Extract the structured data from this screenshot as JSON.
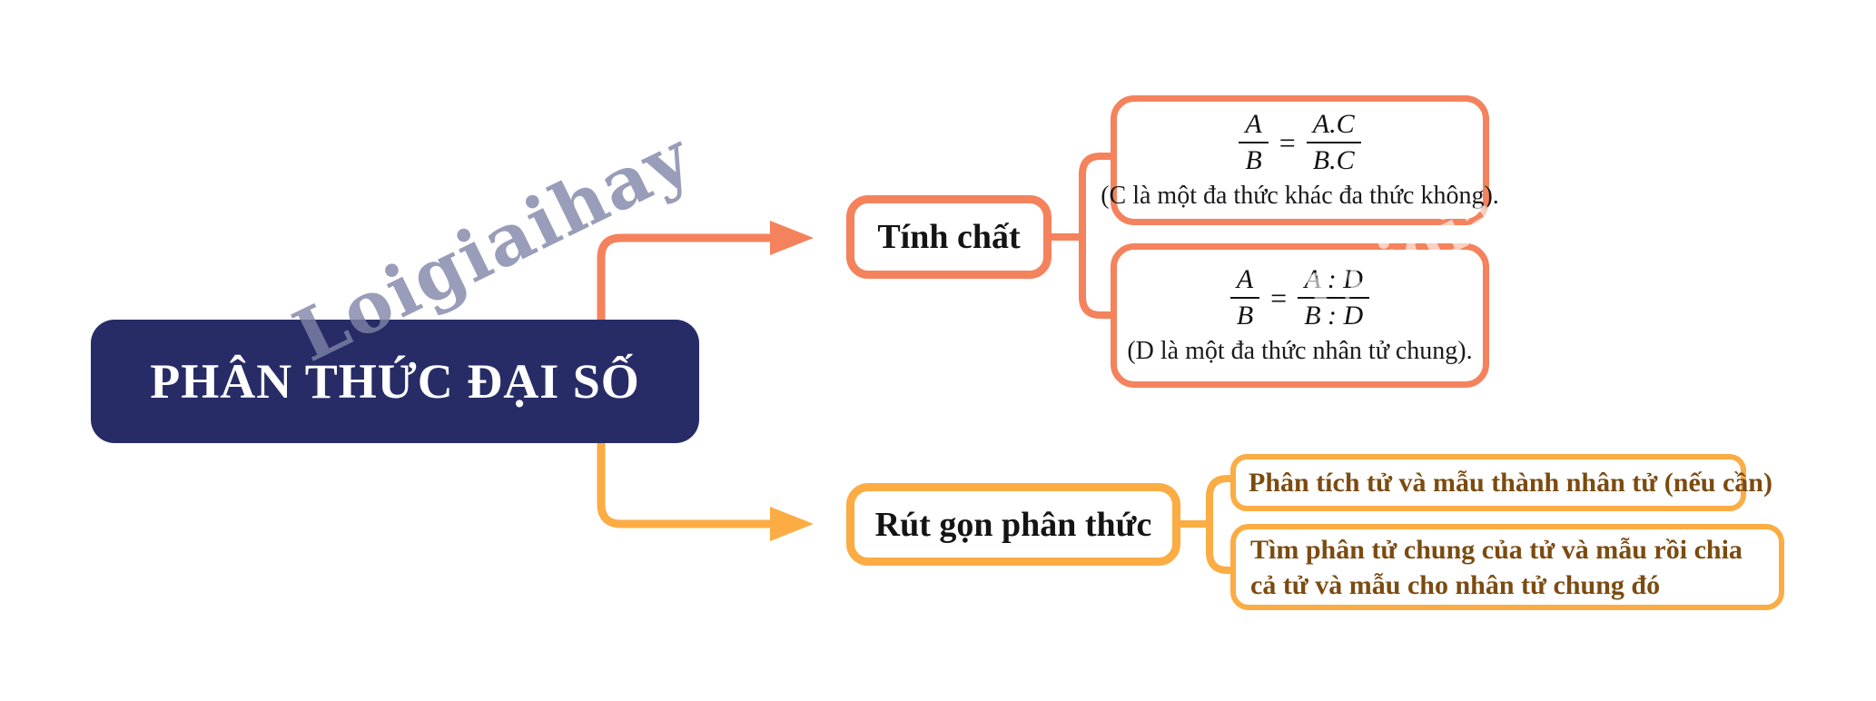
{
  "palette": {
    "navy": "#272c66",
    "salmon": "#f4825c",
    "yellow": "#fbac43",
    "brown_text": "#7b4b10",
    "black_text": "#141414"
  },
  "root": {
    "title": "PHÂN THỨC ĐẠI SỐ"
  },
  "watermark": {
    "text": "Loigiaihay"
  },
  "branches": {
    "properties": {
      "label": "Tính chất",
      "items": [
        {
          "frac": {
            "n1": "A",
            "d1": "B",
            "eq": "=",
            "n2": "A.C",
            "d2": "B.C"
          },
          "note": "(C là một đa thức khác đa thức không)."
        },
        {
          "frac": {
            "n1": "A",
            "d1": "B",
            "eq": "=",
            "n2": "A : D",
            "d2": "B : D"
          },
          "note": "(D là một đa thức nhân tử chung)."
        }
      ]
    },
    "simplify": {
      "label": "Rút gọn phân thức",
      "steps": [
        "Phân tích tử và mẫu thành nhân tử (nếu cần)",
        "Tìm phân tử chung của tử và mẫu rồi chia cả tử và mẫu cho nhân tử chung đó"
      ]
    }
  }
}
